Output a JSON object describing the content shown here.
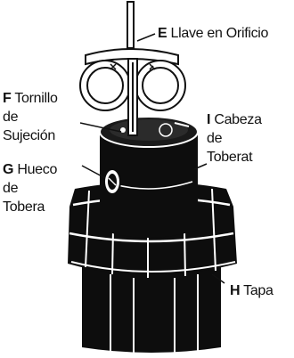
{
  "callouts": {
    "E": {
      "letter": "E",
      "lines": [
        "Llave en Orificio"
      ]
    },
    "F": {
      "letter": "F",
      "lines": [
        "Tornillo",
        "de",
        "Sujeción"
      ]
    },
    "G": {
      "letter": "G",
      "lines": [
        "Hueco",
        "de",
        "Tobera"
      ]
    },
    "I": {
      "letter": "I",
      "lines": [
        "Cabeza",
        "de",
        "Toberat"
      ]
    },
    "H": {
      "letter": "H",
      "lines": [
        "Tapa"
      ]
    }
  },
  "colors": {
    "ink": "#111111",
    "body": "#0d0d0d",
    "paper": "#ffffff"
  }
}
